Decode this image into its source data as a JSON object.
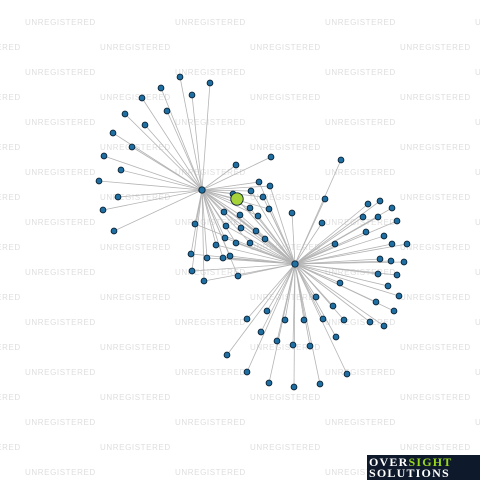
{
  "watermark": {
    "text": "UNREGISTERED"
  },
  "logo": {
    "line1_a": "OVER",
    "line1_b": "SIGHT",
    "line2": "SOLUTIONS"
  },
  "colors": {
    "background": "#ffffff",
    "edge": "#b4b4b4",
    "node_fill": "#1f6fa3",
    "node_stroke": "#0b2233",
    "focus_fill": "#a6d33a",
    "logo_bg": "#0e1a2b",
    "logo_accent": "#9ad81c"
  },
  "network": {
    "focus_node": "focus",
    "hubs": [
      "hub-1",
      "hub-2"
    ],
    "node_count": 95,
    "edges_note": "two hubs, each linked to its surrounding entities"
  }
}
